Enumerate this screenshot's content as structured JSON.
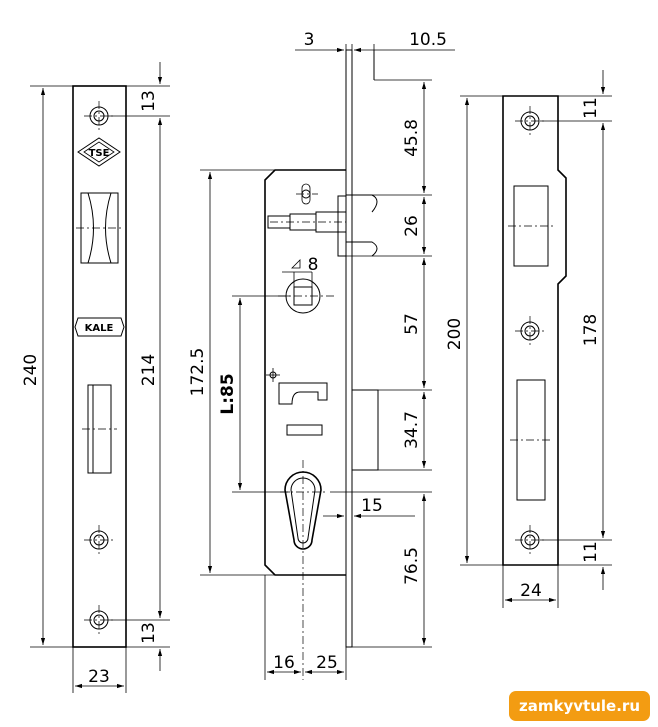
{
  "faceplate": {
    "dims": {
      "total_height": "240",
      "hole_to_hole": "214",
      "top_offset": "13",
      "bottom_offset": "13",
      "width": "23"
    },
    "logos": {
      "tse": "TSE",
      "kale": "KALE"
    }
  },
  "lock_body": {
    "dims": {
      "plate_thickness": "3",
      "body_offset": "10.5",
      "body_height": "172.5",
      "latch_offset": "45.8",
      "latch_height": "26",
      "handle_to_latch": "57",
      "deadbolt_height": "34.7",
      "cylinder_bottom": "76.5",
      "handle_square": "8",
      "center_distance": "L:85",
      "cylinder_offset": "15",
      "backset": "25",
      "plate_width": "16"
    }
  },
  "strike_plate": {
    "dims": {
      "total_height": "200",
      "hole_to_hole": "178",
      "top_offset": "11",
      "bottom_offset": "11",
      "width": "24"
    }
  },
  "watermark": {
    "text": "zamkyvtule.ru"
  }
}
